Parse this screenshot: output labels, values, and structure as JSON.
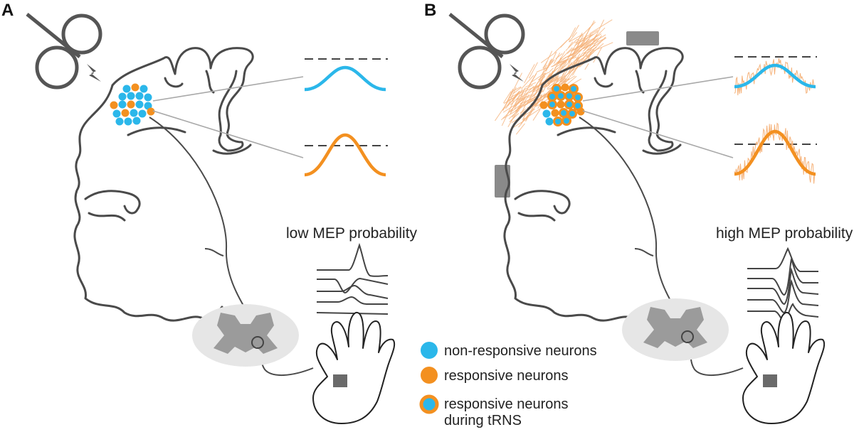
{
  "panels": {
    "a": {
      "label": "A",
      "caption": "low MEP probability"
    },
    "b": {
      "label": "B",
      "caption": "high MEP probability"
    }
  },
  "legend": {
    "non_responsive": "non-responsive neurons",
    "responsive": "responsive neurons",
    "tRNS_line1": "responsive neurons",
    "tRNS_line2": "during tRNS"
  },
  "colors": {
    "blue": "#2bb7ea",
    "orange": "#f39020",
    "noise": "#f5b27a",
    "outline": "#4a4a4a",
    "gray_fill": "#8a8a8a",
    "spinal_bg": "#e6e6e6",
    "spinal_gray": "#9b9b9b"
  },
  "icons": [
    "tms-coil-icon",
    "lightning-icon",
    "electrode-icon",
    "spinal-cord-icon",
    "hand-icon"
  ]
}
